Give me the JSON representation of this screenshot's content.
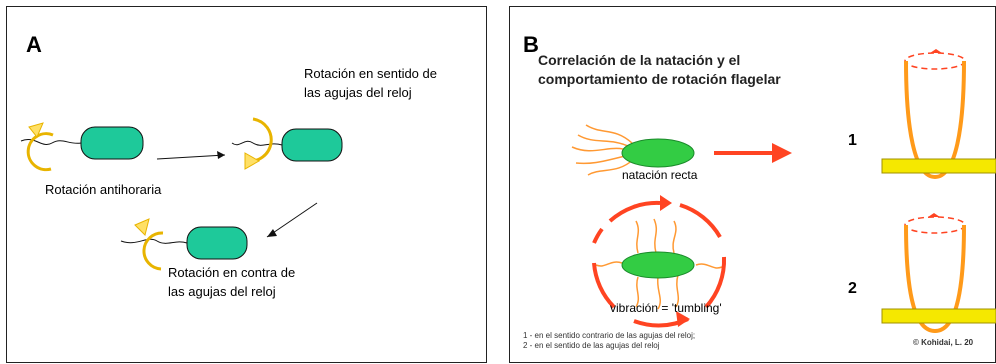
{
  "panel_a": {
    "letter": "A",
    "label_clockwise": "Rotación en sentido de\nlas agujas del reloj",
    "label_counterclockwise_short": "Rotación antihoraria",
    "label_counterclockwise_long": "Rotación en contra de\nlas agujas del reloj"
  },
  "panel_b": {
    "letter": "B",
    "title": "Correlación de la natación y el\ncomportamiento de rotación flagelar",
    "label_straight": "natación recta",
    "label_tumbling": "vibración = 'tumbling'",
    "number_1": "1",
    "number_2": "2",
    "footnote": "1 - en el sentido contrario de las agujas del reloj;\n2 - en el sentido de las agujas del reloj",
    "credit": "© Kohidai, L. 20"
  },
  "colors": {
    "cell": "#1ec99a",
    "rotation_arrow": "#e8b400",
    "motion_arrow": "#ff4422",
    "flagella": "#ff9933",
    "motor_u": "#ff9a1a",
    "base_plate": "#f5e800"
  }
}
